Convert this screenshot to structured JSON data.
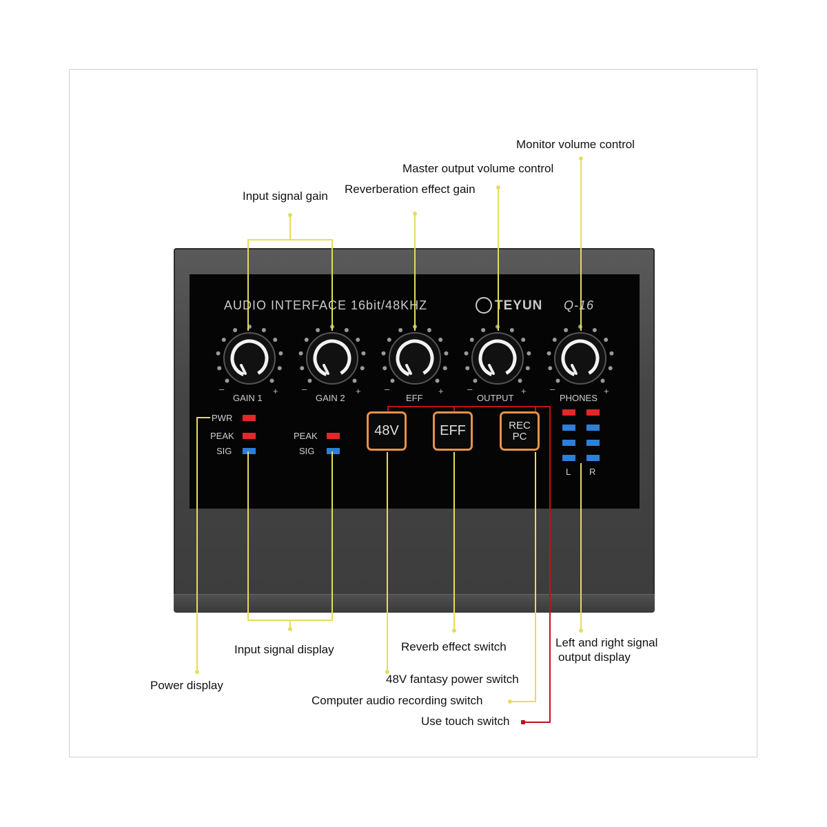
{
  "device": {
    "header": "AUDIO INTERFACE  16bit/48KHZ",
    "brand": "TEYUN",
    "model": "Q-16",
    "knobs": [
      {
        "label": "GAIN 1"
      },
      {
        "label": "GAIN 2"
      },
      {
        "label": "EFF"
      },
      {
        "label": "OUTPUT"
      },
      {
        "label": "PHONES"
      }
    ],
    "knob_minus": "–",
    "knob_plus": "+",
    "leds": {
      "pwr": "PWR",
      "peak": "PEAK",
      "sig": "SIG"
    },
    "buttons": {
      "b48v": "48V",
      "eff": "EFF",
      "rec_line1": "REC",
      "rec_line2": "PC"
    },
    "meter": {
      "left": "L",
      "right": "R"
    }
  },
  "callouts": {
    "monitor": "Monitor volume control",
    "master": "Master output volume control",
    "reverb_gain": "Reverberation effect gain",
    "input_gain": "Input signal gain",
    "input_display": "Input signal display",
    "reverb_switch": "Reverb effect switch",
    "lr_line1": "Left and right signal",
    "lr_line2": "output display",
    "power": "Power display",
    "phantom": "48V fantasy power switch",
    "rec": "Computer audio recording switch",
    "touch": "Use touch switch"
  },
  "colors": {
    "callout_line": "#e8dc5a",
    "touch_line": "#c0121a",
    "button_border": "#e8914a",
    "led_red": "#e8262a",
    "led_blue": "#2f7fd6"
  }
}
